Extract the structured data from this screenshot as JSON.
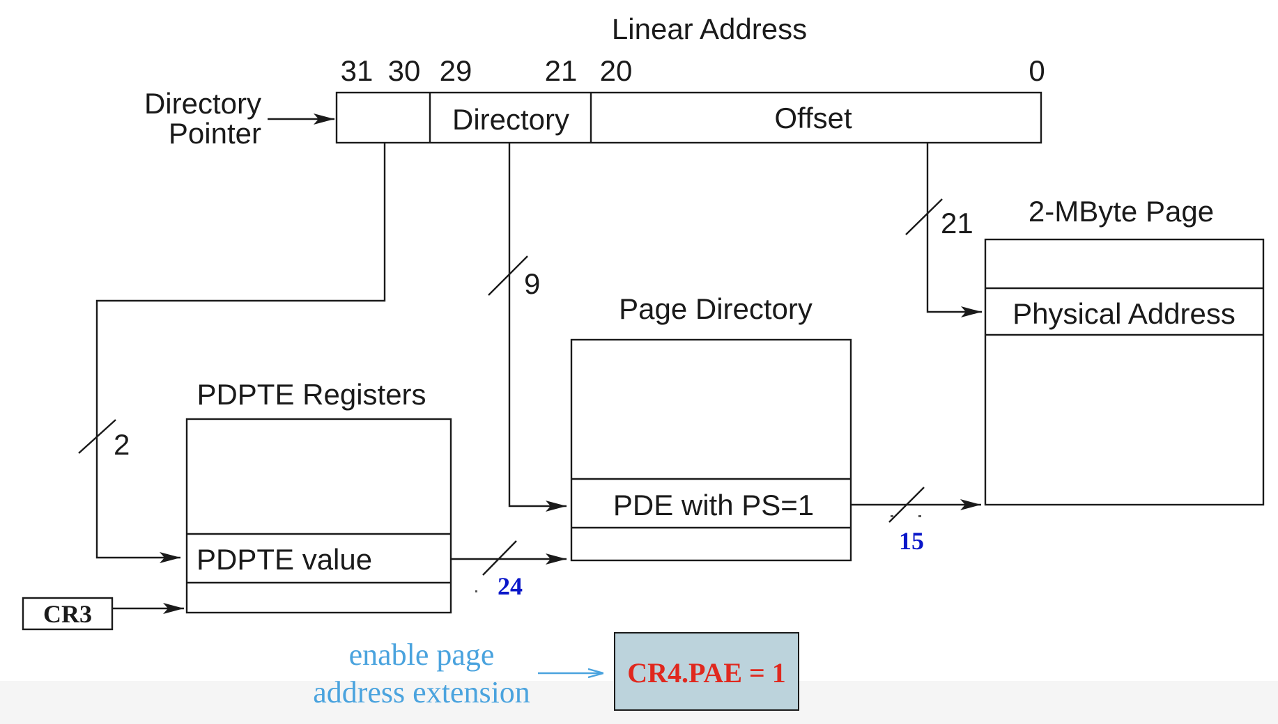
{
  "linear_address": {
    "title": "Linear Address",
    "bits": {
      "b31": "31",
      "b30": "30",
      "b29": "29",
      "b21": "21",
      "b20": "20",
      "b0": "0"
    },
    "fields": {
      "directory": "Directory",
      "offset": "Offset"
    }
  },
  "directory_pointer": {
    "line1": "Directory",
    "line2": "Pointer"
  },
  "widths": {
    "pointer": "2",
    "directory": "9",
    "offset": "21",
    "pdpte_out": "24",
    "pde_out": "15"
  },
  "pdpte_registers": {
    "title": "PDPTE Registers",
    "entry": "PDPTE value"
  },
  "page_directory": {
    "title": "Page Directory",
    "entry": "PDE with PS=1"
  },
  "page_2mb": {
    "title": "2-MByte Page",
    "entry": "Physical Address"
  },
  "cr3": {
    "label": "CR3"
  },
  "pae_note": {
    "line1": "enable page",
    "line2": "address extension"
  },
  "cr4": {
    "label": "CR4.PAE = 1"
  },
  "colors": {
    "accent_blue": "#0a17c9",
    "note_blue": "#4aa3de",
    "cr4_red": "#e0281e",
    "cr4_bg": "#bcd3dc",
    "footer_bg": "#f5f5f5"
  }
}
